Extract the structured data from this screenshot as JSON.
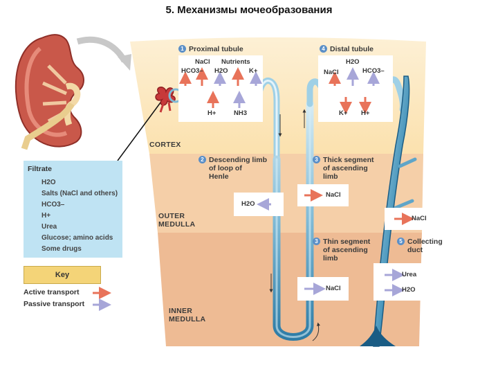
{
  "title": "5. Механизмы мочеобразования",
  "zones": {
    "cortex": "CORTEX",
    "outer_medulla": [
      "OUTER",
      "MEDULLA"
    ],
    "inner_medulla": [
      "INNER",
      "MEDULLA"
    ]
  },
  "segments": {
    "proximal": {
      "num": "1",
      "name": "Proximal tubule"
    },
    "descending": {
      "num": "2",
      "name": [
        "Descending limb",
        "of loop of",
        "Henle"
      ]
    },
    "thick": {
      "num": "3",
      "name": [
        "Thick segment",
        "of ascending",
        "limb"
      ]
    },
    "thin": {
      "num": "3",
      "name": [
        "Thin segment",
        "of ascending",
        "limb"
      ]
    },
    "distal": {
      "num": "4",
      "name": "Distal tubule"
    },
    "collecting": {
      "num": "5",
      "name": [
        "Collecting",
        "duct"
      ]
    }
  },
  "proximal_box": {
    "nacl": "NaCl",
    "nutrients": "Nutrients",
    "hco3": "HCO3–",
    "h2o": "H2O",
    "k": "K+",
    "h": "H+",
    "nh3": "NH3"
  },
  "distal_box": {
    "h2o": "H2O",
    "nacl": "NaCl",
    "hco3": "HCO3–",
    "k": "K+",
    "h": "H+"
  },
  "transport_boxes": {
    "descending_h2o": "H2O",
    "thick_nacl": "NaCl",
    "collecting_nacl": "NaCl",
    "thin_nacl": "NaCl",
    "collecting_urea": "Urea",
    "collecting_h2o": "H2O"
  },
  "filtrate": {
    "title": "Filtrate",
    "items": [
      "H2O",
      "Salts (NaCl and others)",
      "HCO3–",
      "H+",
      "Urea",
      "Glucose; amino acids",
      "Some drugs"
    ]
  },
  "key": {
    "title": "Key",
    "active": "Active transport",
    "passive": "Passive transport"
  },
  "colors": {
    "active": "#e8735a",
    "passive": "#a7a6d8",
    "cortex": "#fbe3b2",
    "outer_medulla": "#f5cfa8",
    "inner_medulla": "#eebb94",
    "tubule": "#9fd0e6"
  }
}
